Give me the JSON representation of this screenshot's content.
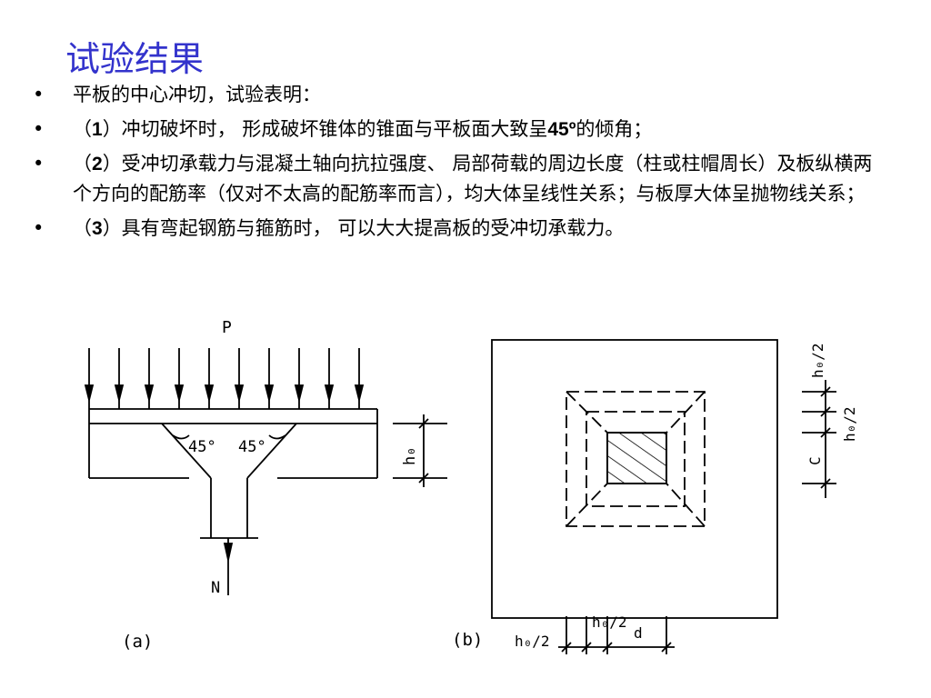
{
  "title": "试验结果",
  "bullets": [
    {
      "pre": "平板的中心冲切，试验表明：",
      "num": "",
      "post": ""
    },
    {
      "pre": "（",
      "num": "1",
      "post": "）冲切破坏时， 形成破坏锥体的锥面与平板面大致呈",
      "num2": "45º",
      "post2": "的倾角；"
    },
    {
      "pre": "（",
      "num": "2",
      "post": "）受冲切承载力与混凝土轴向抗拉强度、 局部荷载的周边长度（柱或柱帽周长）及板纵横两个方向的配筋率（仅对不太高的配筋率而言），均大体呈线性关系；与板厚大体呈抛物线关系；"
    },
    {
      "pre": "（",
      "num": "3",
      "post": "）具有弯起钢筋与箍筋时， 可以大大提高板的受冲切承载力。"
    }
  ],
  "bullet_symbol": "•",
  "figure_a": {
    "load_label": "P",
    "reaction_label": "N",
    "angle_left": "45°",
    "angle_right": "45°",
    "thickness_label": "h₀",
    "caption": "(a)"
  },
  "figure_b": {
    "right_dim_top": "h₀/2",
    "right_dim_mid": "h₀/2",
    "right_dim_c": "C",
    "bottom_dim_left": "h₀/2",
    "bottom_dim_mid": "h₀/2",
    "bottom_dim_d": "d",
    "caption": "(b)"
  }
}
